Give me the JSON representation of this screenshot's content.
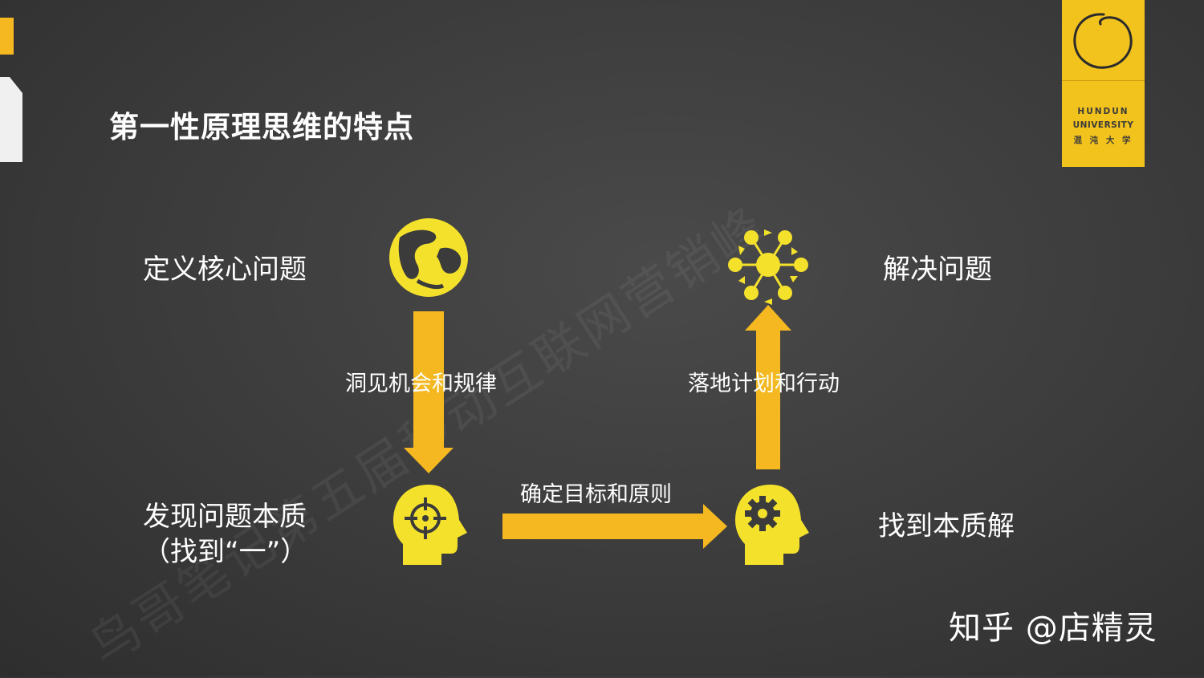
{
  "slide": {
    "title": "第一性原理思维的特点",
    "watermark": "鸟哥笔记第五届移动互联网营销峰",
    "credit": "知乎 @店精灵"
  },
  "logo": {
    "line1": "HUNDUN",
    "line2": "UNIVERSITY",
    "line3": "混 沌 大 学"
  },
  "nodes": {
    "define": "定义核心问题",
    "discover_line1": "发现问题本质",
    "discover_line2": "（找到“一”）",
    "solution": "找到本质解",
    "solve": "解决问题"
  },
  "arrows": {
    "down": "洞见机会和规律",
    "right": "确定目标和原则",
    "up": "落地计划和行动"
  },
  "icons": [
    "globe-icon",
    "head-target-icon",
    "head-gear-icon",
    "network-icon"
  ],
  "colors": {
    "accent": "#f5b820",
    "icon": "#f4e12c",
    "background": "#3b3b3b",
    "text": "#ffffff"
  }
}
